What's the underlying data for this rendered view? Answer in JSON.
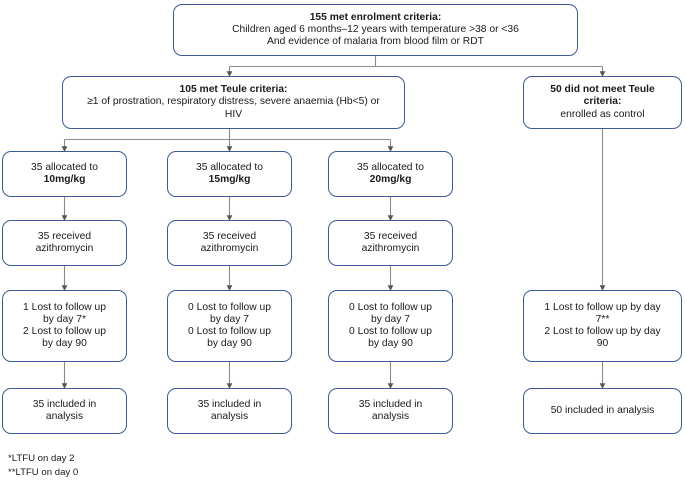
{
  "diagram": {
    "title": "CONSORT-style participant flow diagram",
    "line_color": "#808080",
    "box_border_color": "#3c5a9a",
    "text_color": "#1a1a1a"
  },
  "nodes": {
    "enrolment": {
      "heading": "155 met enrolment criteria:",
      "line1": "Children aged 6 months–12 years with temperature >38 or <36",
      "line2": "And evidence of malaria from blood film or RDT"
    },
    "teule_met": {
      "heading": "105 met Teule criteria:",
      "line1": "≥1 of prostration, respiratory distress, severe anaemia (Hb<5) or",
      "line2": "HIV"
    },
    "teule_not_met": {
      "heading_line1": "50 did not meet Teule",
      "heading_line2": "criteria:",
      "line1": "enrolled as control"
    },
    "alloc_10": {
      "line1": "35 allocated to",
      "dose": "10mg/kg"
    },
    "alloc_15": {
      "line1": "35 allocated to",
      "dose": "15mg/kg"
    },
    "alloc_20": {
      "line1": "35 allocated to",
      "dose": "20mg/kg"
    },
    "received_10": {
      "line1": "35 received",
      "line2": "azithromycin"
    },
    "received_15": {
      "line1": "35 received",
      "line2": "azithromycin"
    },
    "received_20": {
      "line1": "35 received",
      "line2": "azithromycin"
    },
    "ltfu_10": {
      "line1": "1 Lost to follow up",
      "line2": "by day 7*",
      "line3": "2 Lost to follow up",
      "line4": "by day 90"
    },
    "ltfu_15": {
      "line1": "0 Lost to follow up",
      "line2": "by day 7",
      "line3": "0 Lost to follow up",
      "line4": "by day 90"
    },
    "ltfu_20": {
      "line1": "0 Lost to follow up",
      "line2": "by day 7",
      "line3": "0 Lost to follow up",
      "line4": "by day 90"
    },
    "ltfu_control": {
      "line1": "1 Lost to follow up by day",
      "line2": "7**",
      "line3": "2 Lost to follow up by day",
      "line4": "90"
    },
    "analysis_10": {
      "line1": "35 included in",
      "line2": "analysis"
    },
    "analysis_15": {
      "line1": "35 included in",
      "line2": "analysis"
    },
    "analysis_20": {
      "line1": "35 included in",
      "line2": "analysis"
    },
    "analysis_control": {
      "line1": "50 included in analysis"
    }
  },
  "footnotes": {
    "note1": "*LTFU on day 2",
    "note2": "**LTFU on day 0"
  }
}
